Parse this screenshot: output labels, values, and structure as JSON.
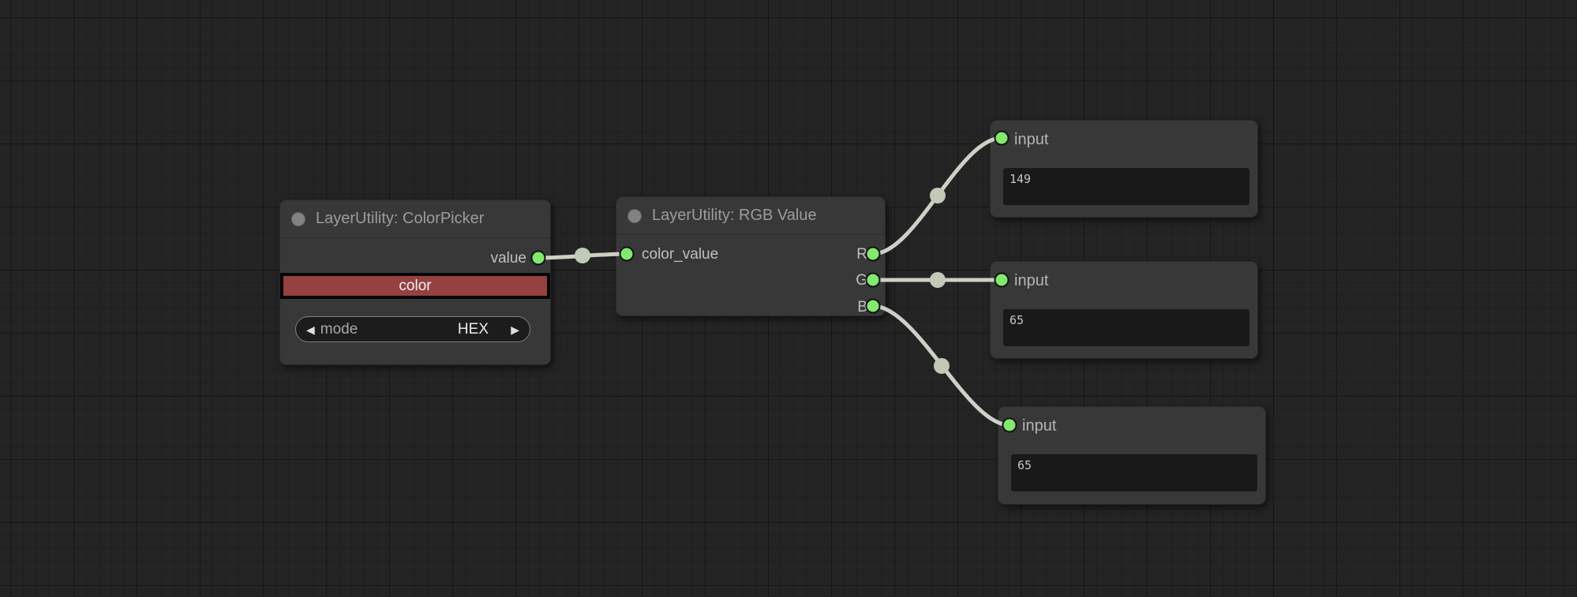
{
  "colors": {
    "canvas_bg": "#242424",
    "node_bg": "#383838",
    "accent_green": "#82e86f",
    "wire": "#ccd1c5",
    "reroute_dot": "#c2cab7",
    "swatch_red": "#954141"
  },
  "nodes": {
    "color_picker": {
      "title": "LayerUtility: ColorPicker",
      "output_label": "value",
      "swatch_label": "color",
      "mode": {
        "prev_icon": "◀",
        "label": "mode",
        "value": "HEX",
        "next_icon": "▶"
      }
    },
    "rgb_value": {
      "title": "LayerUtility: RGB Value",
      "input_label": "color_value",
      "outputs": [
        "R",
        "G",
        "B"
      ]
    },
    "input_r": {
      "title": "input",
      "value": "149"
    },
    "input_g": {
      "title": "input",
      "value": "65"
    },
    "input_b": {
      "title": "input",
      "value": "65"
    }
  }
}
